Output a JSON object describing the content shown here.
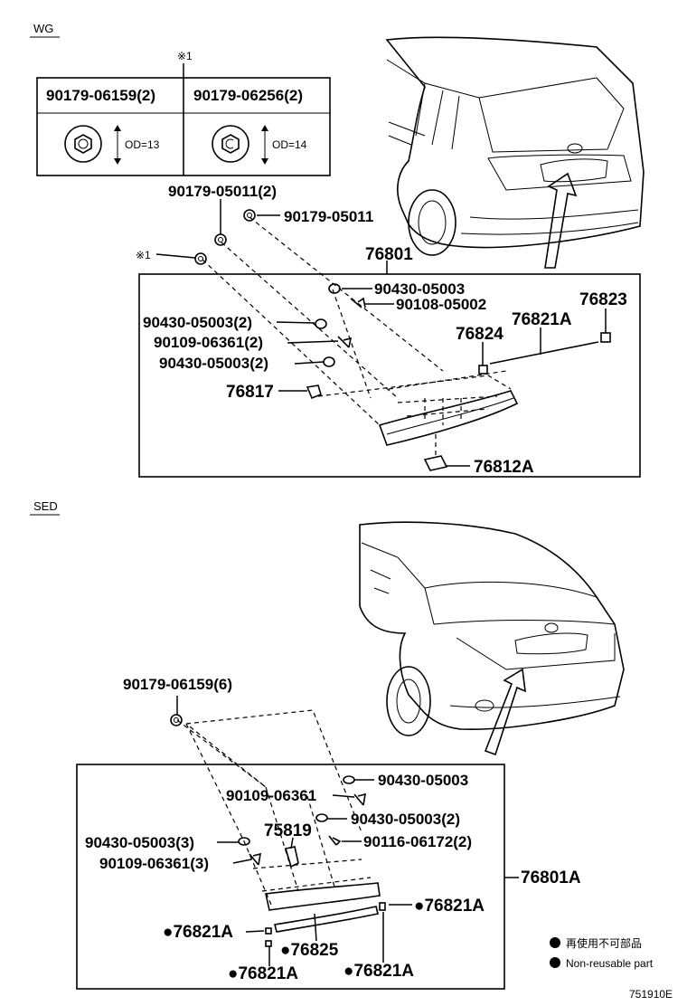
{
  "sections": {
    "wg": {
      "tag": "WG",
      "note_mark": "※1",
      "table": {
        "col1_header": "90179-06159(2)",
        "col2_header": "90179-06256(2)",
        "col1_dim": "OD=13",
        "col2_dim": "OD=14"
      },
      "labels": {
        "p_90179_05011_2": "90179-05011(2)",
        "p_90179_05011": "90179-05011",
        "note_ref": "※1",
        "assy": "76801",
        "p_90430_05003_a": "90430-05003",
        "p_90108_05002": "90108-05002",
        "p_90430_05003_2a": "90430-05003(2)",
        "p_90109_06361_2": "90109-06361(2)",
        "p_90430_05003_2b": "90430-05003(2)",
        "p_76817": "76817",
        "p_76823": "76823",
        "p_76821A": "76821A",
        "p_76824": "76824",
        "p_76812A": "76812A"
      }
    },
    "sed": {
      "tag": "SED",
      "labels": {
        "p_90179_06159_6": "90179-06159(6)",
        "p_90430_05003": "90430-05003",
        "p_90109_06361": "90109-06361",
        "p_90430_05003_2": "90430-05003(2)",
        "p_75819": "75819",
        "p_90430_05003_3": "90430-05003(3)",
        "p_90116_06172_2": "90116-06172(2)",
        "p_90109_06361_3": "90109-06361(3)",
        "assy": "76801A",
        "p_76821A_r": "●76821A",
        "p_76821A_l": "●76821A",
        "p_76825": "●76825",
        "p_76821A_b1": "●76821A",
        "p_76821A_b2": "●76821A"
      }
    }
  },
  "legend": {
    "jp": "再使用不可部品",
    "en": "Non-reusable part"
  },
  "figure_id": "751910E"
}
